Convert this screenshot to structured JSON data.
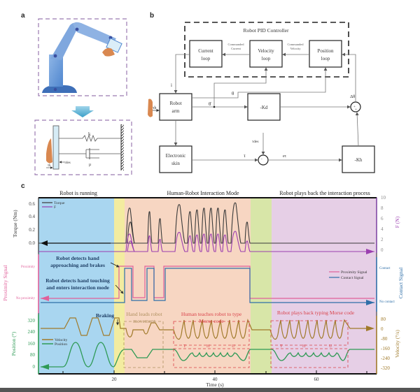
{
  "panel_labels": {
    "a": "a",
    "b": "b",
    "c": "c"
  },
  "panel_a": {
    "model_labels": {
      "stiffness": "k",
      "damping": "μ",
      "tau_des": "τdes",
      "tau_h": "τh"
    }
  },
  "panel_b": {
    "controller_title": "Robot PID Controller",
    "blocks": {
      "current_loop": [
        "Current",
        "loop"
      ],
      "velocity_loop": [
        "Velocity",
        "loop"
      ],
      "position_loop": [
        "Position",
        "loop"
      ],
      "robot_arm": [
        "Robot",
        "arm"
      ],
      "electronic_skin": [
        "Electronic",
        "skin"
      ],
      "kd": "-Kd",
      "kh": "-Kh"
    },
    "signals": {
      "commanded_current": [
        "Commanded",
        "Current"
      ],
      "commanded_velocity": [
        "Commanded",
        "Velocity"
      ],
      "i": "i",
      "theta": "θ",
      "theta_dot": "θ̇",
      "delta_theta": "Δθ",
      "tau": "τ",
      "tau_des": "τdes",
      "e_tau": "eτ",
      "tau_h": "τh",
      "plus": "+",
      "minus": "-"
    }
  },
  "panel_c": {
    "phase_titles": [
      "Robot is running",
      "Human-Robot Interaction Mode",
      "Robot plays back the interaction process"
    ],
    "colors": {
      "running": "#a9d6f0",
      "transition": "#f3eca0",
      "interaction": "#f7d6c2",
      "pause": "#d8e6a8",
      "playback": "#e6cfe6",
      "torque": "#3a3a3a",
      "force": "#9b3fb0",
      "proximity": "#e0609a",
      "contact": "#2f6fa8",
      "velocity": "#a07a2a",
      "position": "#2e9a55",
      "annotation": "#d9424a"
    },
    "torque_axis": {
      "label": "Torque (Nm)",
      "ticks": [
        "0.0",
        "0.2",
        "0.4",
        "0.6"
      ]
    },
    "force_axis": {
      "label": "F (N)",
      "ticks": [
        "0",
        "2",
        "4",
        "6",
        "8",
        "10"
      ]
    },
    "proximity_axis": {
      "label": "Proximity Signal",
      "ticks": [
        "No proximity",
        "Proximity"
      ]
    },
    "contact_axis": {
      "label": "Contact Signal",
      "ticks": [
        "No contact",
        "Contact"
      ]
    },
    "position_axis": {
      "label": "Position (°)",
      "ticks": [
        "0",
        "80",
        "160",
        "240",
        "320"
      ]
    },
    "velocity_axis": {
      "label": "Velocity (°/s)",
      "ticks": [
        "80",
        "0",
        "-80",
        "-160",
        "-240",
        "-320"
      ]
    },
    "x_axis": {
      "label": "Time (s)",
      "ticks": [
        "20",
        "40",
        "60"
      ]
    },
    "legends": {
      "top": [
        "Torque",
        "F"
      ],
      "middle": [
        "Proximity Signal",
        "Contact Signal"
      ],
      "bottom": [
        "Velocity",
        "Position"
      ]
    },
    "annotations": {
      "brakes": [
        "Robot detects hand",
        "approaching and brakes"
      ],
      "touching": [
        "Robot detects hand touching",
        "and enters interaction mode"
      ],
      "braking": "Braking",
      "hand_leads": [
        "Hand leads robot",
        "movement"
      ],
      "human_teaches": [
        "Human teaches robot to type",
        "Morse code"
      ],
      "playback": "Robot plays back typing Morse code",
      "letters": [
        "T",
        "H",
        "U"
      ]
    }
  }
}
